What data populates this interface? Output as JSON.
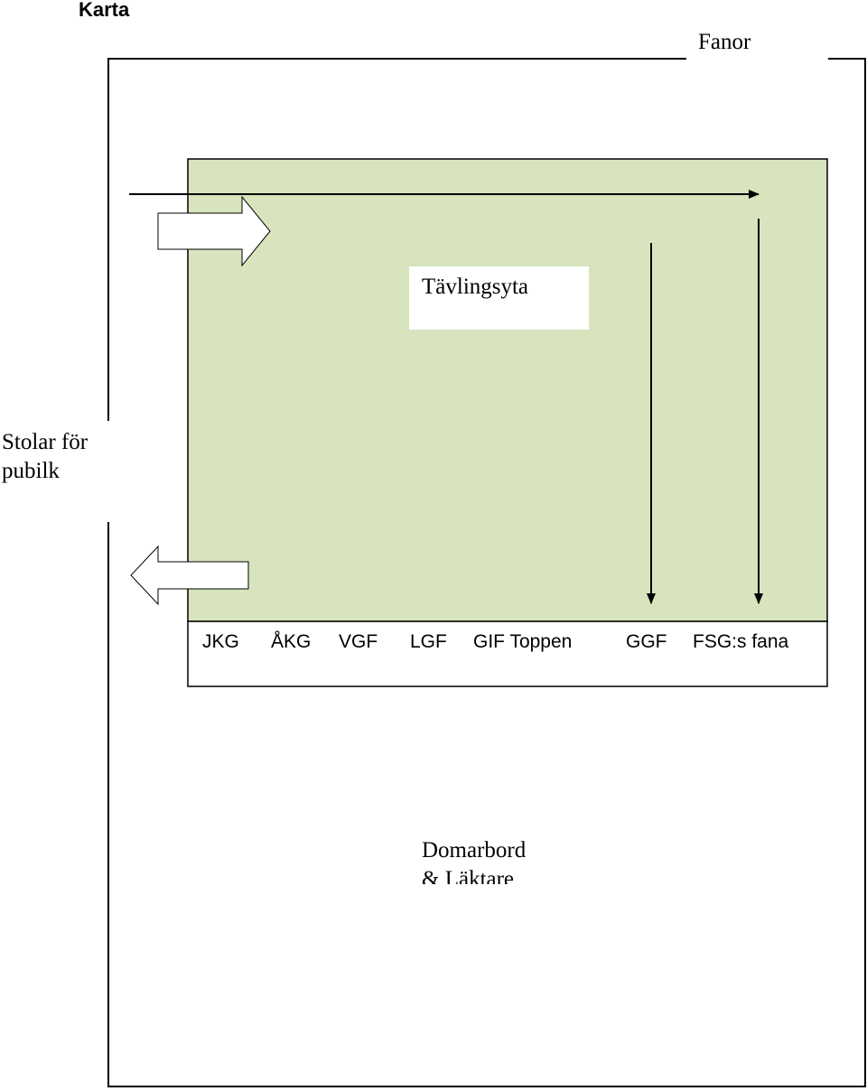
{
  "title": "Karta",
  "labels": {
    "flags": "Fanor",
    "audience_line1": "Stolar för",
    "audience_line2": "pubilk",
    "competition_area": "Tävlingsyta",
    "judges_line1": "Domarbord",
    "judges_line2": "& Läktare"
  },
  "clubs": [
    "JKG",
    "ÅKG",
    "VGF",
    "LGF",
    "GIF Toppen",
    "GGF",
    "FSG:s fana"
  ],
  "colors": {
    "competition_area_fill": "#d7e4bd",
    "stroke": "#000000"
  }
}
